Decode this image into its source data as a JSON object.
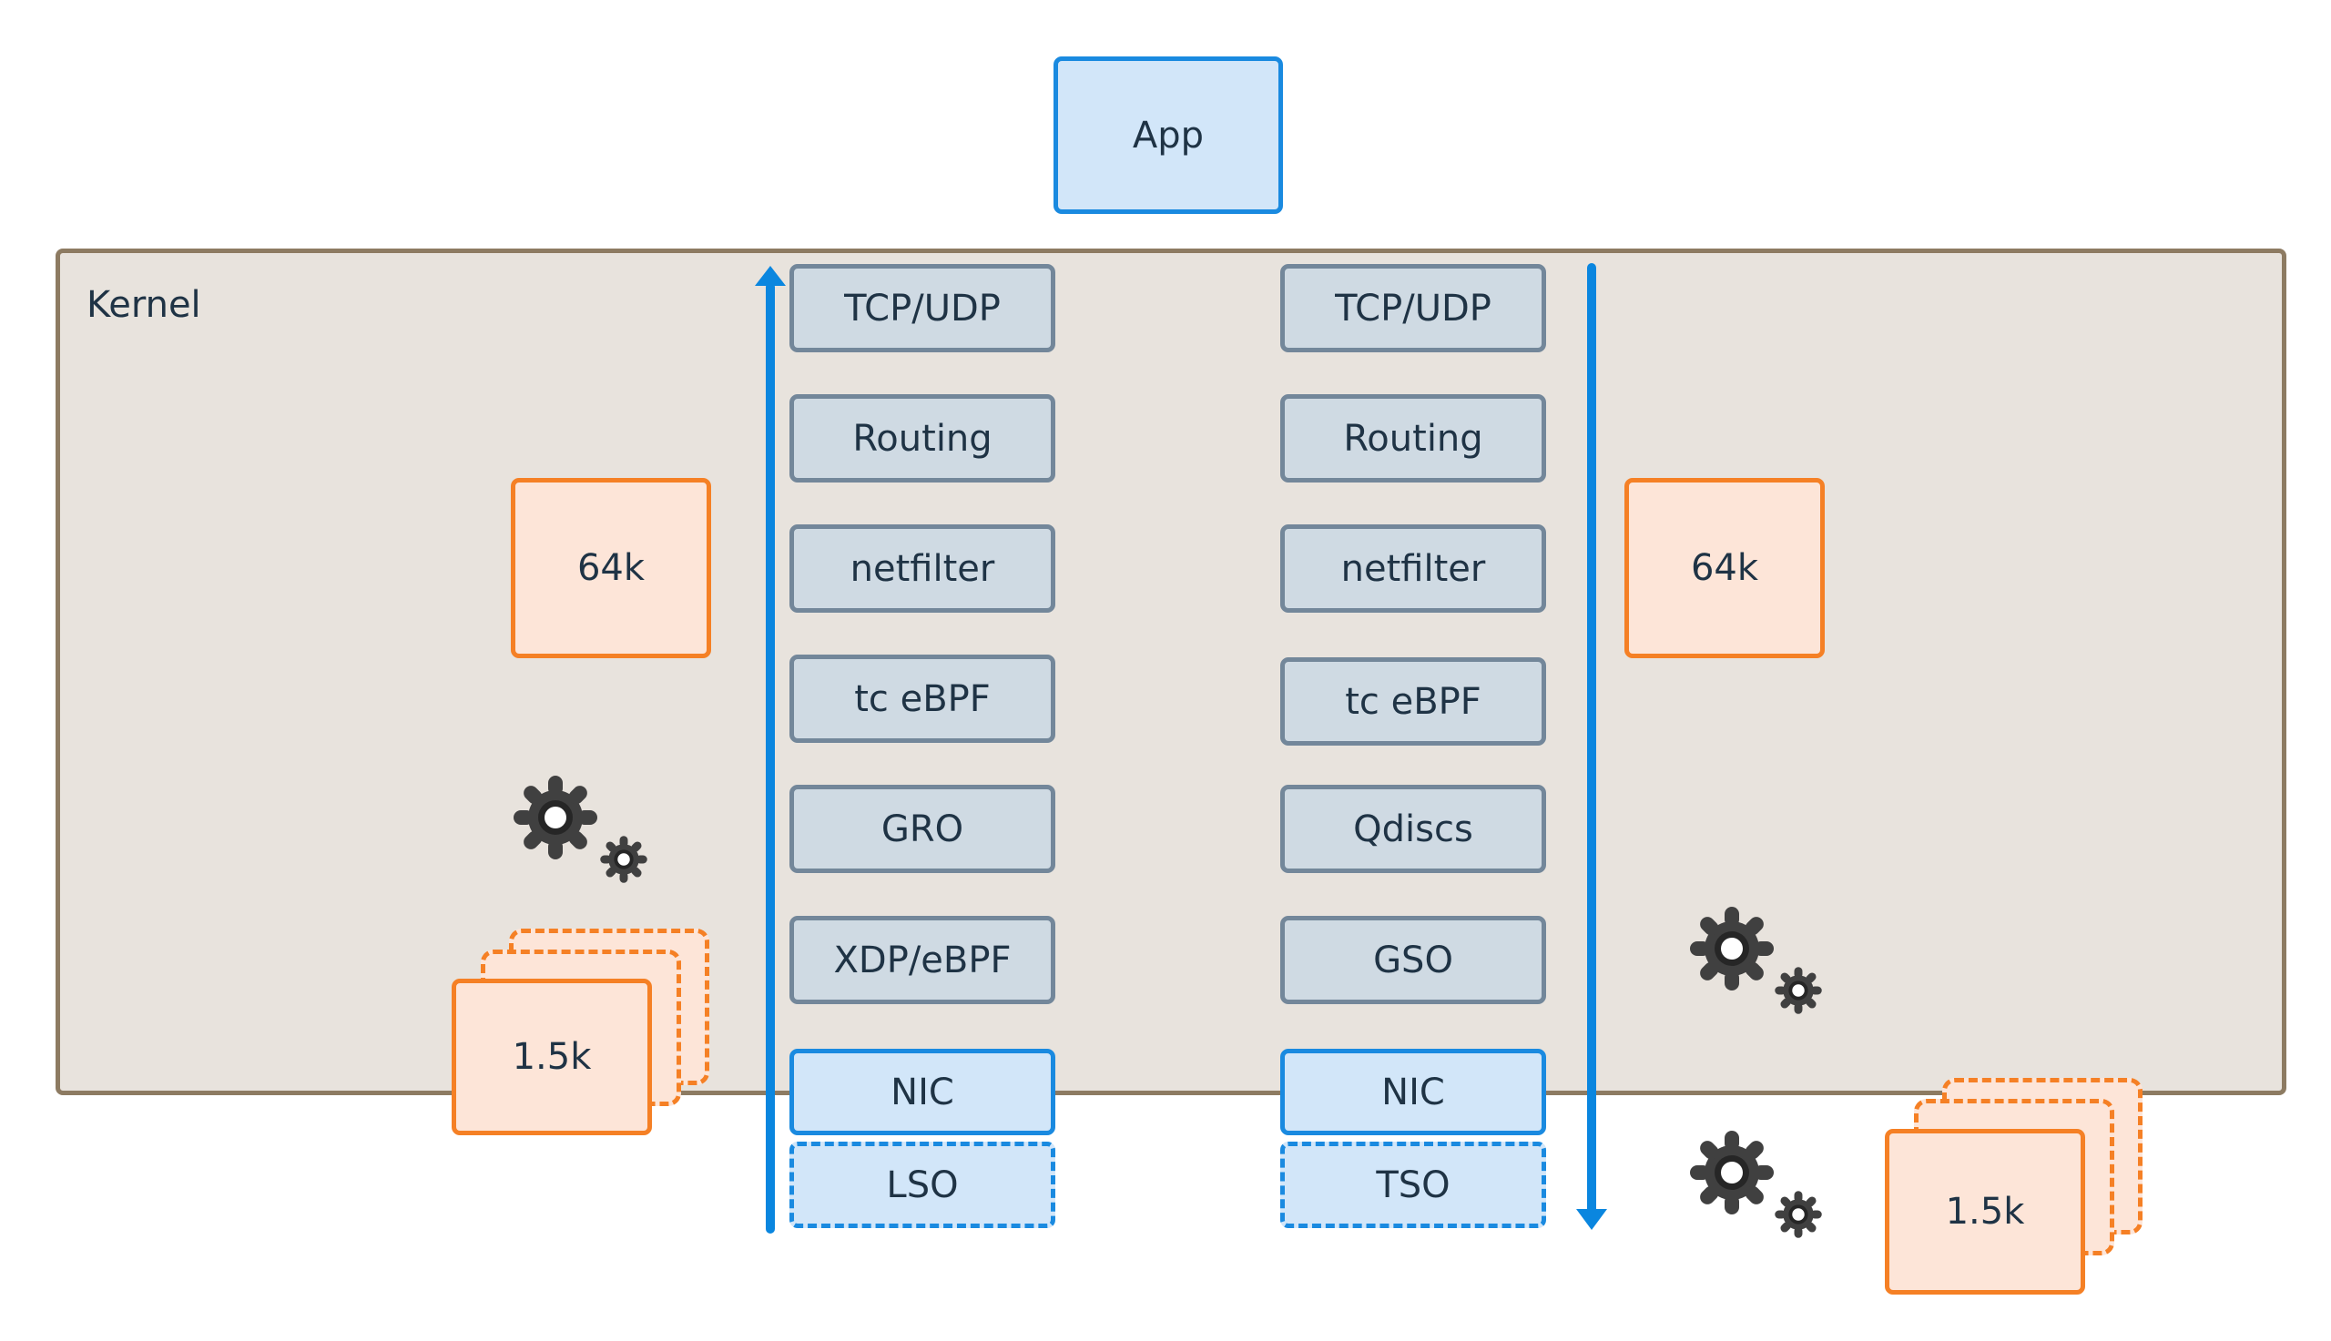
{
  "app": {
    "label": "App"
  },
  "kernel": {
    "label": "Kernel"
  },
  "receive_path": {
    "direction": "up",
    "layers": [
      "TCP/UDP",
      "Routing",
      "netfilter",
      "tc eBPF",
      "GRO",
      "XDP/eBPF"
    ],
    "nic": "NIC",
    "offload": "LSO"
  },
  "transmit_path": {
    "direction": "down",
    "layers": [
      "TCP/UDP",
      "Routing",
      "netfilter",
      "tc eBPF",
      "Qdiscs",
      "GSO"
    ],
    "nic": "NIC",
    "offload": "TSO"
  },
  "buffers": {
    "left_large": "64k",
    "right_large": "64k",
    "left_small": "1.5k",
    "right_small": "1.5k"
  },
  "icons": {
    "gears": "gears-icon"
  },
  "colors": {
    "arrow": "#0a86df",
    "kernel_fill": "#e8e3dd",
    "kernel_border": "#8d7b62",
    "layer_fill": "#cfdae3",
    "layer_border": "#73879a",
    "nic_fill": "#d2e6f9",
    "nic_border": "#1a8ae0",
    "buffer_fill": "#fde5d8",
    "buffer_border": "#f58025",
    "gear": "#404040",
    "text": "#1f3345"
  }
}
